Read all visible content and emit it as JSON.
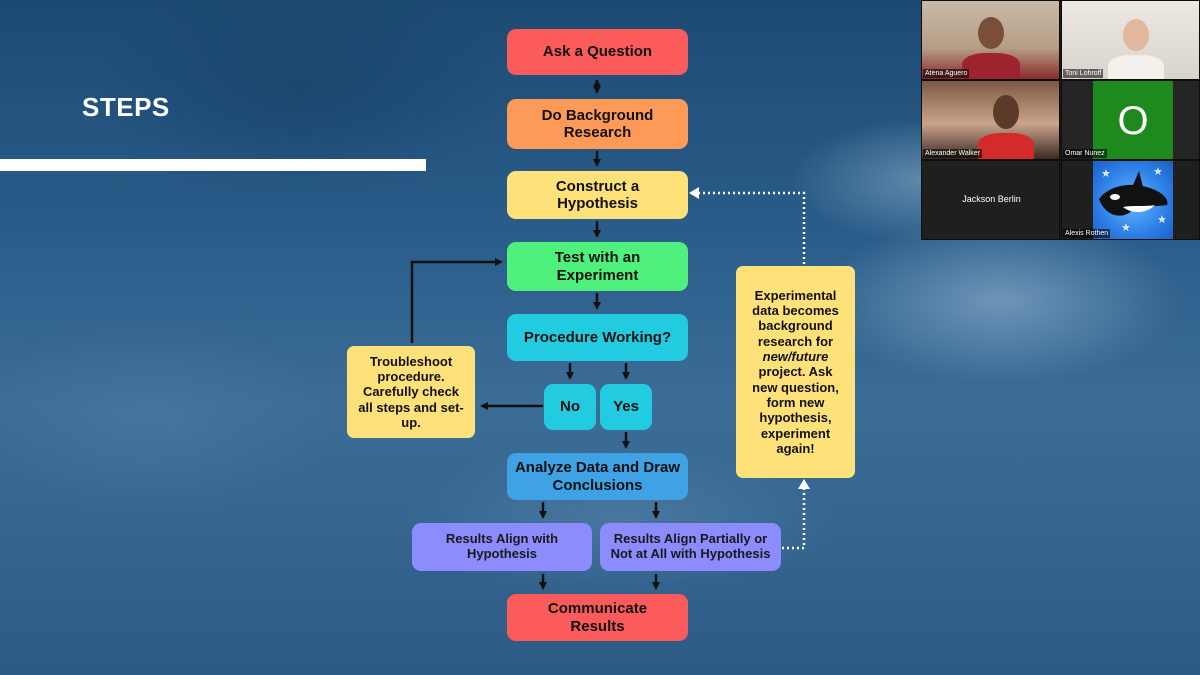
{
  "slide": {
    "title": "STEPS"
  },
  "flowchart": {
    "ask": "Ask a Question",
    "background": "Do Background Research",
    "hypothesis": "Construct a Hypothesis",
    "test": "Test with an Experiment",
    "procedure": "Procedure Working?",
    "no": "No",
    "yes": "Yes",
    "troubleshoot": "Troubleshoot procedure. Carefully check all steps and set-up.",
    "analyze": "Analyze Data and Draw Conclusions",
    "align": "Results Align with Hypothesis",
    "partial": "Results Align Partially or Not at All with Hypothesis",
    "communicate": "Communicate Results",
    "note_before": "Experimental data becomes background research for",
    "note_italic": "new/future",
    "note_after": "project. Ask new question, form new hypothesis, experiment again!"
  },
  "participants": [
    {
      "name": "Atena Aguero"
    },
    {
      "name": "Toni Lohroff"
    },
    {
      "name": "Alexander Walker"
    },
    {
      "name": "Omar Nunez",
      "initial": "O"
    },
    {
      "name": "Jackson Berlin"
    },
    {
      "name": "Alexis Rothen"
    }
  ],
  "colors": {
    "red": "#fb5b5b",
    "orange": "#fd9a58",
    "yellow": "#ffe17a",
    "green": "#4ff07b",
    "cyan": "#22cbdf",
    "blue": "#3ea2e4",
    "purple": "#8c8cff",
    "avatar_green": "#1e8a1e"
  }
}
